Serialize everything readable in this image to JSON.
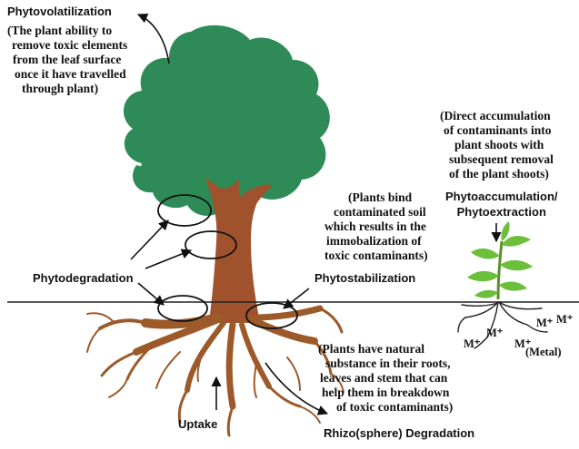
{
  "colors": {
    "canopy": "#2e8b57",
    "trunk": "#a0522d",
    "root": "#9c5a2a",
    "small_plant": "#6cbf3a"
  },
  "labels": {
    "phytovolatilization": "Phytovolatilization",
    "phytovolatilization_note": [
      "(The plant ability to",
      "remove toxic elements",
      "from the leaf surface",
      "once it have travelled",
      "through plant)"
    ],
    "phytoaccumulation_note": [
      "(Direct accumulation",
      "of contaminants into",
      "plant shoots with",
      "subsequent removal",
      "of the plant shoots)"
    ],
    "phytoaccumulation_title": [
      "Phytoaccumulation/",
      "Phytoextraction"
    ],
    "phytostabilization_note": [
      "(Plants bind",
      "contaminated soil",
      "which results in the",
      "immobalization of",
      "toxic contaminants)"
    ],
    "phytodegradation": "Phytodegradation",
    "phytostabilization": "Phytostabilization",
    "rhizo_note": [
      "(Plants have natural",
      "substance in their roots,",
      "leaves and stem that can",
      "help them in breakdown",
      "of toxic contaminants)"
    ],
    "uptake": "Uptake",
    "rhizo_degradation": "Rhizo(sphere) Degradation",
    "metal_ions": [
      "M⁺",
      "M⁺",
      "M⁺",
      "M⁺",
      "M⁺"
    ],
    "metal": "(Metal)"
  }
}
